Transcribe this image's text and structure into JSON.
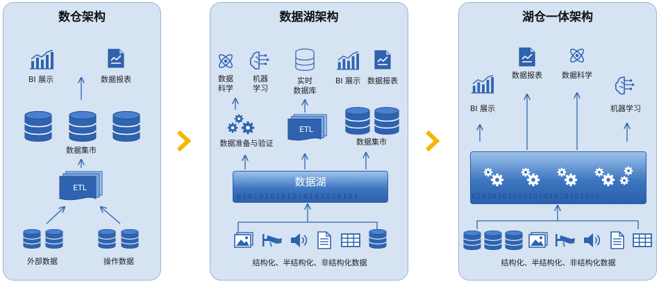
{
  "panels": {
    "dw": {
      "title": "数仓架构",
      "bi": "BI 展示",
      "report": "数据报表",
      "mart": "数据集市",
      "etl": "ETL",
      "external": "外部数据",
      "operational": "操作数据"
    },
    "lake": {
      "title": "数据湖架构",
      "science_1": "数据",
      "science_2": "科学",
      "ml_1": "机器",
      "ml_2": "学习",
      "rtdb_1": "实时",
      "rtdb_2": "数据库",
      "bi": "BI 展示",
      "report": "数据报表",
      "prep": "数据准备与验证",
      "etl": "ETL",
      "mart": "数据集市",
      "lake_label": "数据湖",
      "binary": "0101010101010101010101",
      "sources": "结构化、半结构化、非结构化数据"
    },
    "lakehouse": {
      "title": "湖仓一体架构",
      "report": "数据报表",
      "science": "数据科学",
      "bi": "BI 展示",
      "ml": "机器学习",
      "binary": "0101010101010101010101010",
      "sources": "结构化、半结构化、非结构化数据"
    }
  },
  "colors": {
    "accent": "#2f63b0",
    "panel": "#d6e3f3",
    "chevron": "#f7b500"
  }
}
